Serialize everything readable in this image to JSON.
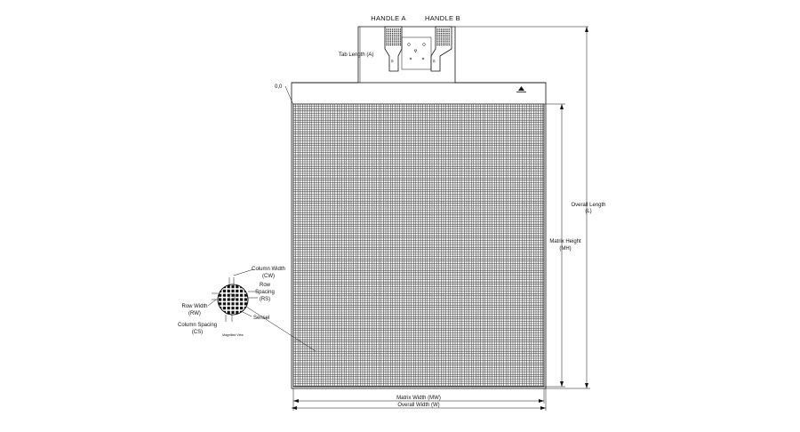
{
  "diagram": {
    "handle_a": "HANDLE A",
    "handle_b": "HANDLE B",
    "tab_length": "Tab Length (A)",
    "origin": "0,0",
    "overall_length_1": "Overall Length",
    "overall_length_2": "(L)",
    "matrix_height_1": "Matrix Height",
    "matrix_height_2": "(MH)",
    "matrix_width": "Matrix Width (MW)",
    "overall_width": "Overall Width (W)",
    "column_width_1": "Column Width",
    "column_width_2": "(CW)",
    "row_spacing_1": "Row",
    "row_spacing_2": "Spacing",
    "row_spacing_3": "(RS)",
    "row_width_1": "Row Width",
    "row_width_2": "(RW)",
    "sensel": "Sensel",
    "column_spacing_1": "Column Spacing",
    "column_spacing_2": "(CS)",
    "magnified_view": "Magnified View"
  },
  "colors": {
    "ink": "#111111",
    "grid": "#3a3a3a",
    "background": "#ffffff"
  },
  "icons": [
    "marker-triangle-icon",
    "magnifier-circle-icon"
  ]
}
